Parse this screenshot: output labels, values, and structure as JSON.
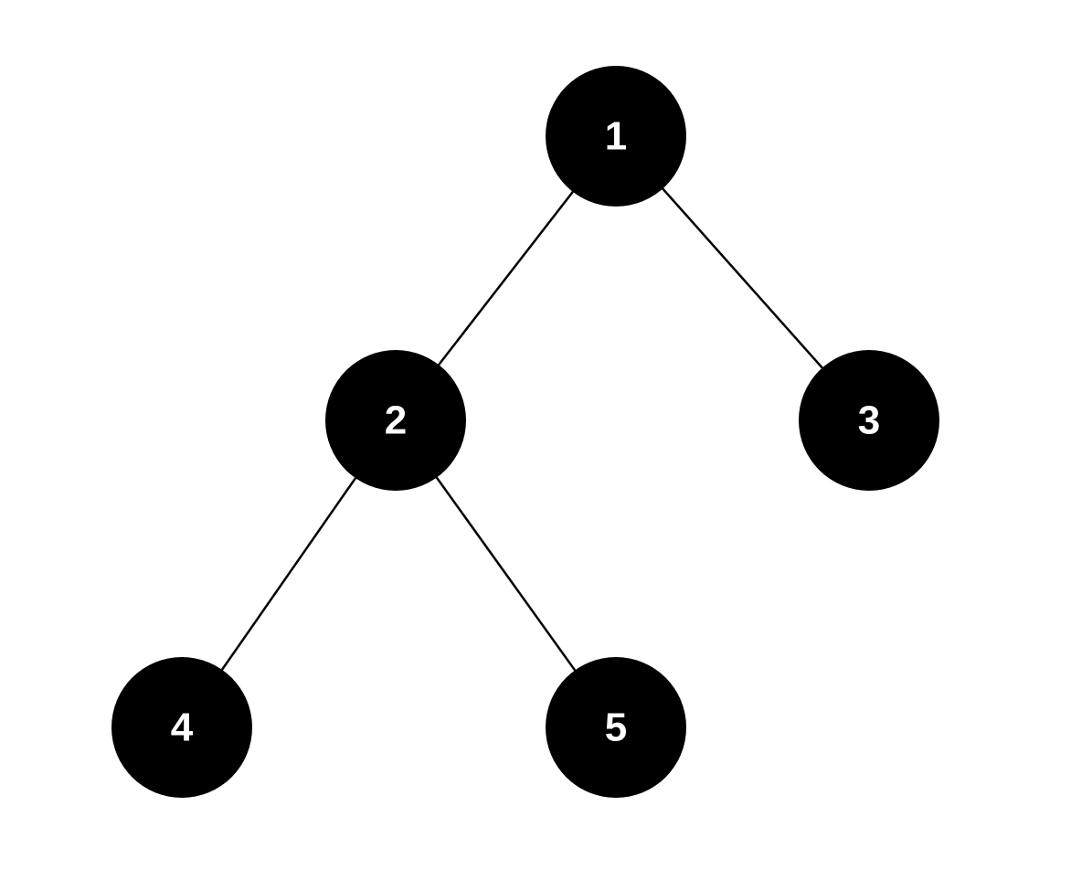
{
  "diagram": {
    "type": "binary-tree",
    "nodes": [
      {
        "id": "n1",
        "label": "1"
      },
      {
        "id": "n2",
        "label": "2"
      },
      {
        "id": "n3",
        "label": "3"
      },
      {
        "id": "n4",
        "label": "4"
      },
      {
        "id": "n5",
        "label": "5"
      }
    ],
    "edges": [
      {
        "from": "n1",
        "to": "n2"
      },
      {
        "from": "n1",
        "to": "n3"
      },
      {
        "from": "n2",
        "to": "n4"
      },
      {
        "from": "n2",
        "to": "n5"
      }
    ],
    "colors": {
      "node_fill": "#000000",
      "node_text": "#ffffff",
      "edge": "#000000",
      "background": "#ffffff"
    }
  }
}
